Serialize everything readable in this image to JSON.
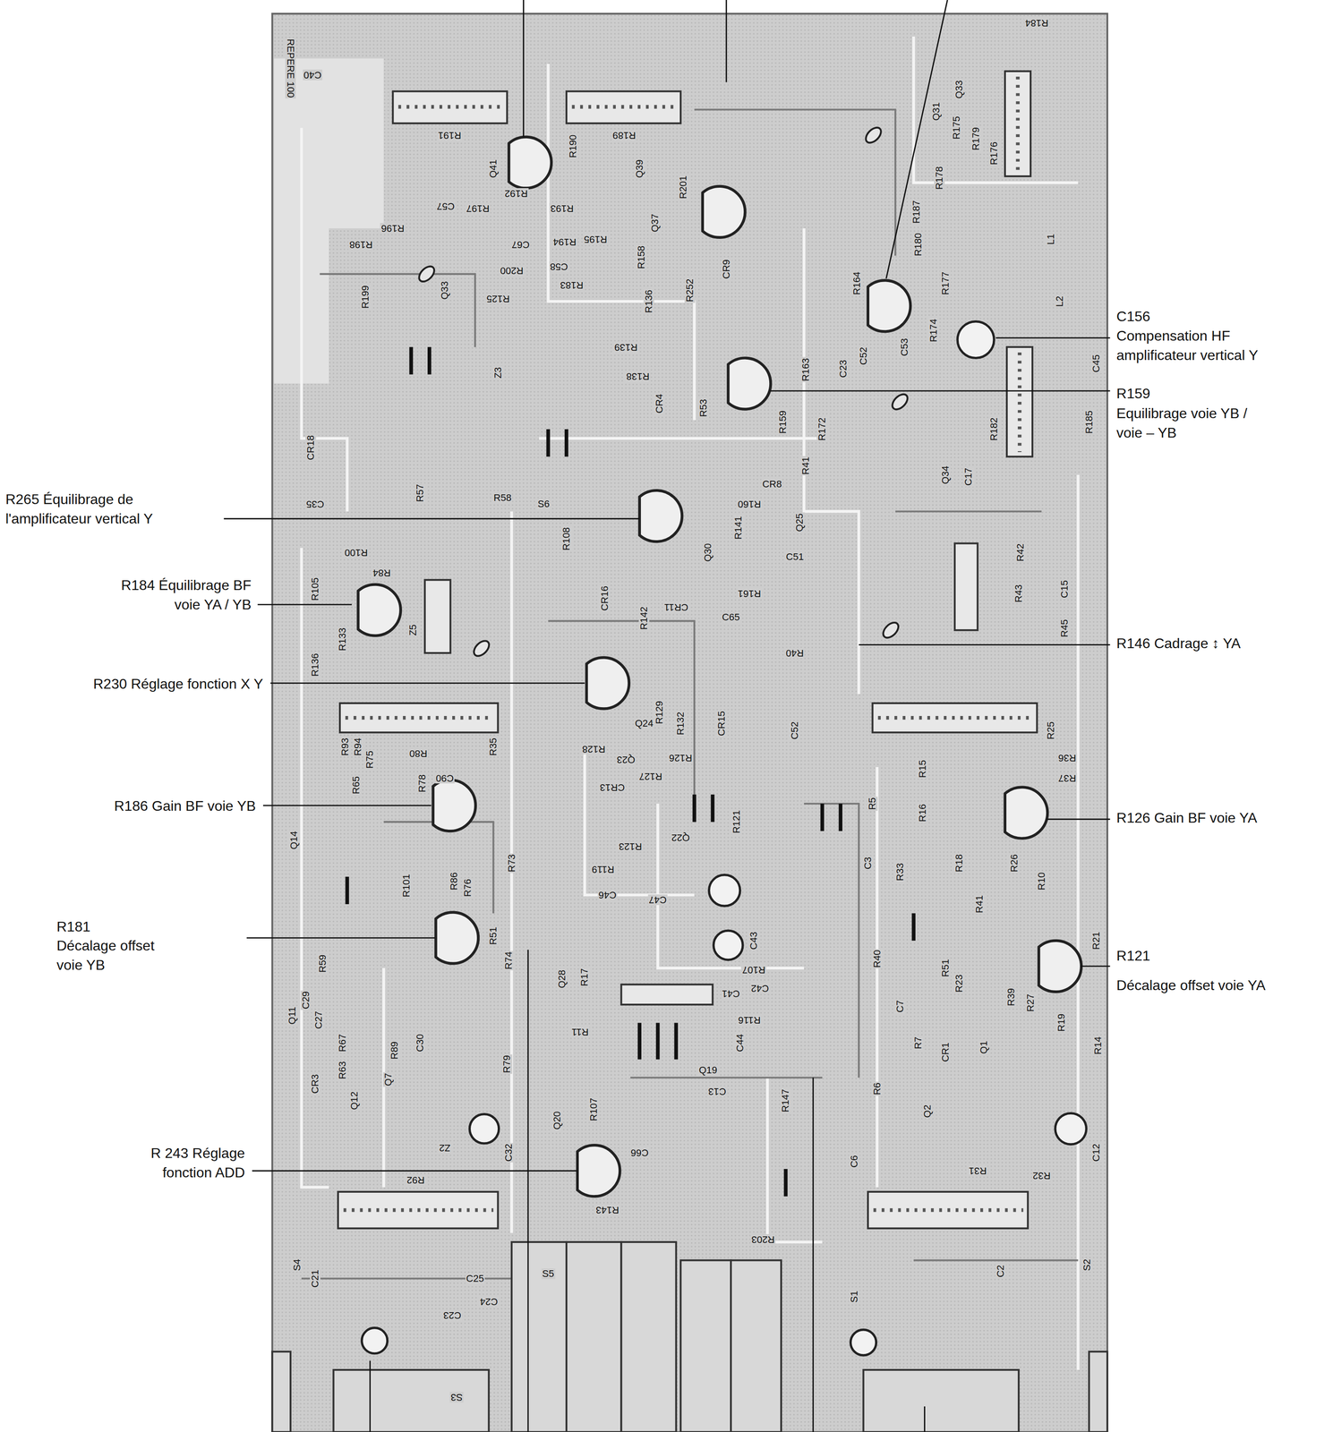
{
  "diagram": {
    "labels": [
      "R265 Équilibrage de l'amplificateur vertical Y",
      "R184 Équilibrage BF voie YA / YB",
      "R230 Réglage fonction X Y",
      "R186 Gain BF voie YB",
      "R181",
      "Décalage offset voie YB",
      "R 243 Réglage fonction ADD",
      "C156",
      "Compensation HF amplificateur vertical Y",
      "R159",
      "Equilibrage voie YB / voie – YB",
      "R146 Cadrage ↕ YA",
      "R126 Gain BF voie YA",
      "R121",
      "Décalage offset voie YA",
      "REPERE 100",
      "C40",
      "R191",
      "R189",
      "R190",
      "Q41",
      "R192",
      "Q39",
      "R201",
      "C57",
      "R197",
      "R193",
      "Q37",
      "R196",
      "R198",
      "C67",
      "R194",
      "R195",
      "R158",
      "C58",
      "R200",
      "R183",
      "R125",
      "R199",
      "Q33",
      "R136",
      "R252",
      "CR9",
      "R139",
      "R138",
      "Z3",
      "CR4",
      "R53",
      "R184",
      "Q31",
      "Q33",
      "R175",
      "R179",
      "R176",
      "R187",
      "R178",
      "R180",
      "R164",
      "R177",
      "R174",
      "C23",
      "C52",
      "C53",
      "C45",
      "L1",
      "L2",
      "R182",
      "R185",
      "R163",
      "R159",
      "R172",
      "Q34",
      "C17",
      "CR8",
      "R41",
      "R160",
      "R141",
      "Q30",
      "Q25",
      "C51",
      "R161",
      "C65",
      "R40",
      "R25",
      "R36",
      "R37",
      "R43",
      "R42",
      "R45",
      "C15",
      "R65",
      "R75",
      "R93",
      "R94",
      "R80",
      "R35",
      "C90",
      "R136",
      "R105",
      "R133",
      "Z5",
      "R100",
      "R84",
      "CR18",
      "C35",
      "R57",
      "R58",
      "S6",
      "R108",
      "CR16",
      "R142",
      "CR11",
      "R129",
      "R132",
      "CR15",
      "C52",
      "Q24",
      "Q23",
      "R128",
      "R127",
      "CR13",
      "R126",
      "R121",
      "Q22",
      "R123",
      "R119",
      "C46",
      "C47",
      "C43",
      "R107",
      "C42",
      "C41",
      "R116",
      "C44",
      "Q19",
      "R147",
      "C13",
      "R11",
      "Q28",
      "R17",
      "R107",
      "Q20",
      "C66",
      "R143",
      "R203",
      "R92",
      "S5",
      "C25",
      "C24",
      "C23",
      "C21",
      "S4",
      "S3",
      "S1",
      "S2",
      "R73",
      "R74",
      "R79",
      "R51",
      "R86",
      "R76",
      "R78",
      "R101",
      "Q14",
      "R59",
      "C29",
      "C27",
      "Q11",
      "R67",
      "R63",
      "CR3",
      "Q12",
      "Q7",
      "R89",
      "C30",
      "Z2",
      "C32",
      "R5",
      "R15",
      "R16",
      "C3",
      "R33",
      "R18",
      "R26",
      "R10",
      "R21",
      "R41",
      "R40",
      "R51",
      "R23",
      "C7",
      "R39",
      "R27",
      "R19",
      "R14",
      "R7",
      "R6",
      "CR1",
      "Q2",
      "Q1",
      "C6",
      "R31",
      "R32",
      "C12",
      "C2"
    ]
  }
}
